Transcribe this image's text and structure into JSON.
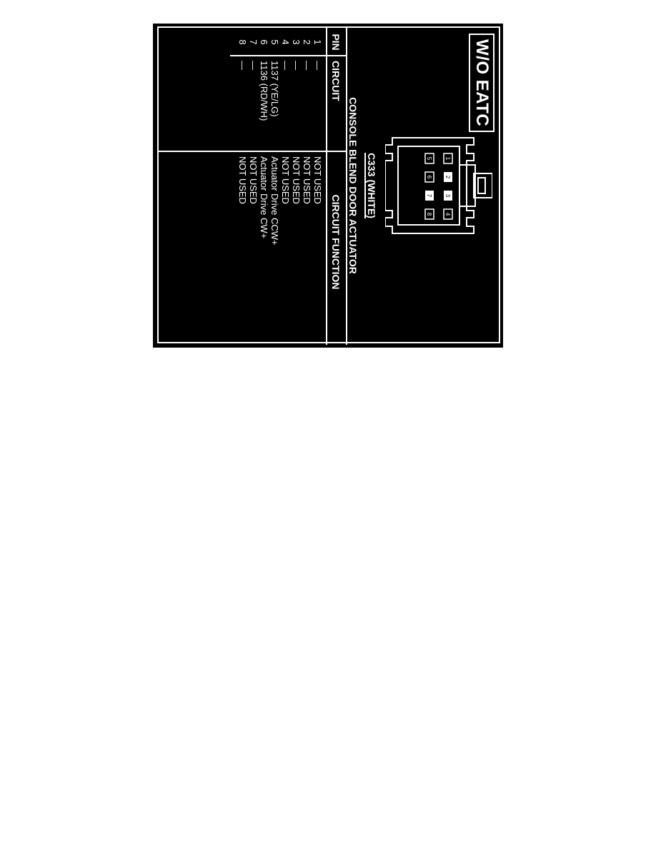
{
  "title": "W/O EATC",
  "connector": {
    "id": "C333 (WHITE)",
    "name": "CONSOLE BLEND DOOR ACTUATOR",
    "cavity_labels": [
      "1",
      "5",
      "2",
      "6",
      "3",
      "7",
      "4",
      "8"
    ]
  },
  "table": {
    "headers": {
      "pin": "PIN",
      "circuit": "CIRCUIT",
      "function": "CIRCUIT FUNCTION"
    },
    "rows": [
      {
        "pin": "1",
        "circuit": "—",
        "function": "NOT USED"
      },
      {
        "pin": "2",
        "circuit": "—",
        "function": "NOT USED"
      },
      {
        "pin": "3",
        "circuit": "—",
        "function": "NOT USED"
      },
      {
        "pin": "4",
        "circuit": "—",
        "function": "NOT USED"
      },
      {
        "pin": "5",
        "circuit": "1137 (YE/LG)",
        "function": "Actuator Drive CCW+"
      },
      {
        "pin": "6",
        "circuit": "1136 (RD/WH)",
        "function": "Actuator Drive CW+"
      },
      {
        "pin": "7",
        "circuit": "—",
        "function": "NOT USED"
      },
      {
        "pin": "8",
        "circuit": "—",
        "function": "NOT USED"
      }
    ]
  },
  "colors": {
    "background": "#000000",
    "foreground": "#ffffff"
  }
}
